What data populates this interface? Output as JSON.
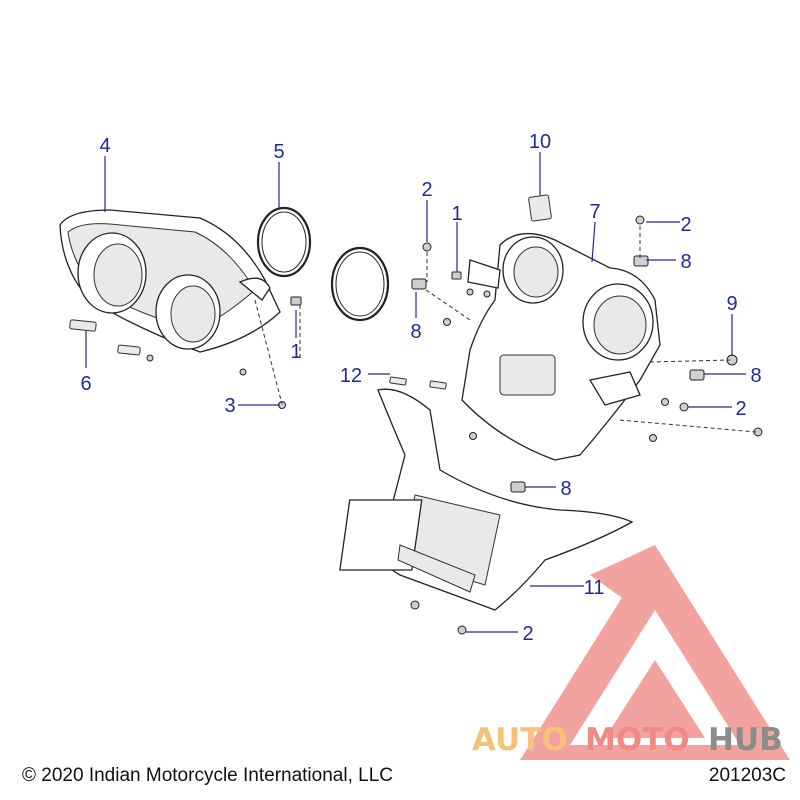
{
  "callouts": [
    {
      "id": "c4",
      "label": "4"
    },
    {
      "id": "c5",
      "label": "5"
    },
    {
      "id": "c1a",
      "label": "1"
    },
    {
      "id": "c6",
      "label": "6"
    },
    {
      "id": "c3",
      "label": "3"
    },
    {
      "id": "c2a",
      "label": "2"
    },
    {
      "id": "c1b",
      "label": "1"
    },
    {
      "id": "c10",
      "label": "10"
    },
    {
      "id": "c7",
      "label": "7"
    },
    {
      "id": "c2b",
      "label": "2"
    },
    {
      "id": "c8a",
      "label": "8"
    },
    {
      "id": "c8b",
      "label": "8"
    },
    {
      "id": "c9",
      "label": "9"
    },
    {
      "id": "c8c",
      "label": "8"
    },
    {
      "id": "c2c",
      "label": "2"
    },
    {
      "id": "c12",
      "label": "12"
    },
    {
      "id": "c8d",
      "label": "8"
    },
    {
      "id": "c11",
      "label": "11"
    },
    {
      "id": "c2d",
      "label": "2"
    }
  ],
  "footer": {
    "copyright": "© 2020 Indian Motorcycle International, LLC",
    "drawing_number": "201203C"
  },
  "watermark": {
    "text_auto": "AUTO",
    "text_moto": "MOTO",
    "text_hub": "HUB",
    "color_triangle": "#f0948f",
    "color_auto": "#f6c27a",
    "color_moto": "#ef8a85",
    "color_hub": "#8c8c8c"
  },
  "colors": {
    "callout": "#1f2a9a",
    "line": "#222222"
  }
}
